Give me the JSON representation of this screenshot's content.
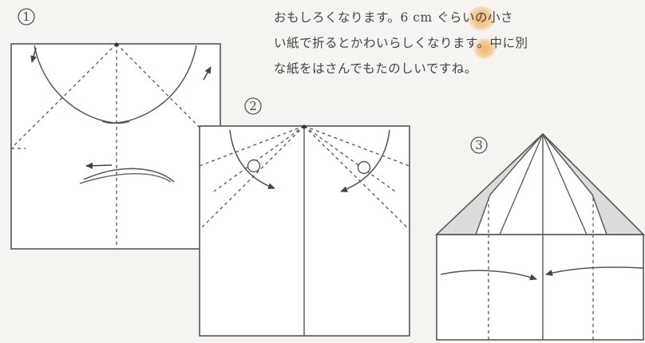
{
  "description_text": {
    "line1": "おもしろくなります。6 cm ぐらいの小さ",
    "line2": "い紙で折るとかわいらしくなります。中に別",
    "line3": "な紙をはさんでもたのしいですね。"
  },
  "steps": [
    {
      "number": "1"
    },
    {
      "number": "2"
    },
    {
      "number": "3"
    }
  ],
  "colors": {
    "line": "#555555",
    "paper": "#ffffff",
    "shade": "#dcdcdc",
    "background": "#f6f4f1"
  }
}
